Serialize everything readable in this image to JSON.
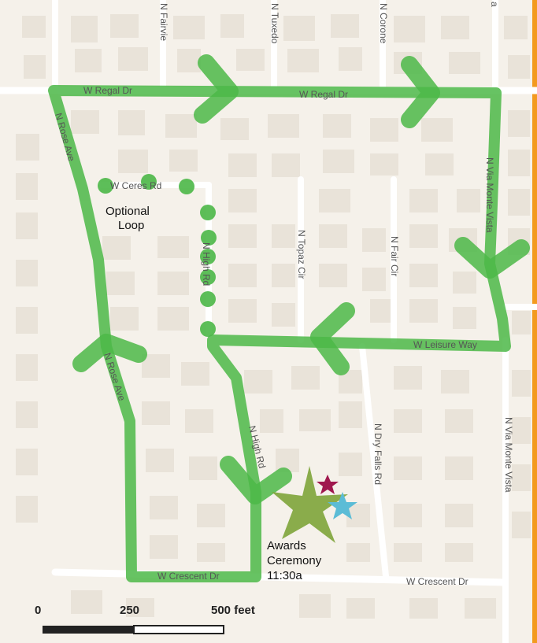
{
  "streets": {
    "w_regal_1": "W Regal Dr",
    "w_regal_2": "W Regal Dr",
    "n_rose_1": "N Rose Ave",
    "n_rose_2": "N Rose Ave",
    "w_ceres": "W Ceres Rd",
    "n_high_1": "N High Rd",
    "n_high_2": "N High Rd",
    "n_topaz": "N Topaz Cir",
    "n_fair": "N Fair Cir",
    "n_via_monte_vista_1": "N Via Monte Vista",
    "n_via_monte_vista_2": "N Via Monte Vista",
    "w_leisure": "W Leisure Way",
    "n_dry_falls": "N Dry Falls Rd",
    "w_crescent_1": "W Crescent Dr",
    "w_crescent_2": "W Crescent Dr",
    "n_fairview": "N Fairvie",
    "n_tuxedo": "N Tuxedo",
    "n_corona": "N Corone",
    "top_right_partial": "a"
  },
  "labels": {
    "optional_loop_line1": "Optional",
    "optional_loop_line2": "Loop",
    "awards_line1": "Awards",
    "awards_line2": "Ceremony",
    "awards_line3": "11:30a"
  },
  "scale": {
    "zero": "0",
    "mid": "250",
    "end": "500 feet"
  },
  "colors": {
    "route": "#4cb848",
    "background": "#f5f1ea",
    "building": "#e9e3d9",
    "road": "#ffffff",
    "right_border": "#f39a1f"
  }
}
